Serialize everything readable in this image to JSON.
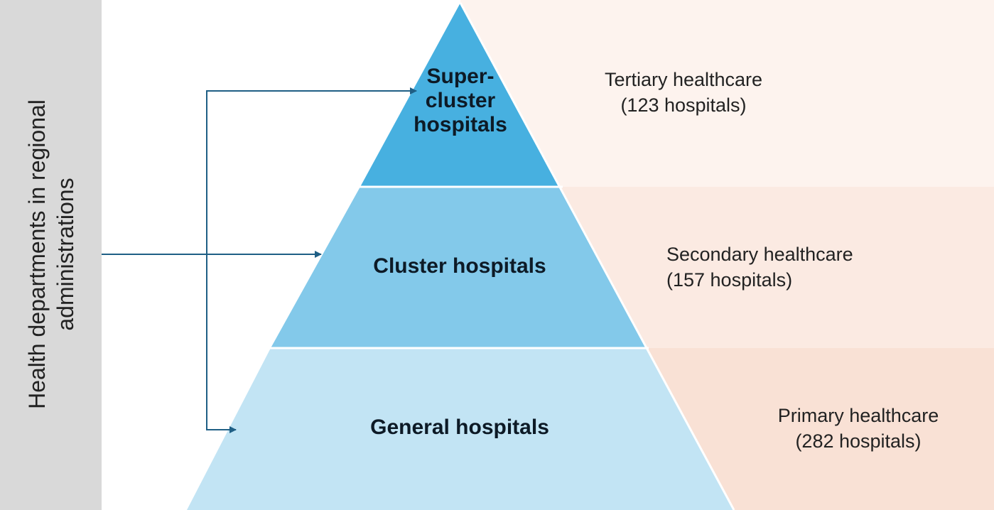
{
  "sidebar": {
    "label": "Health departments in regional administrations"
  },
  "pyramid": {
    "tiers": [
      {
        "name": "Super-cluster hospitals",
        "label_lines": [
          "Super-",
          "cluster",
          "hospitals"
        ],
        "color": "#47b0e0"
      },
      {
        "name": "Cluster hospitals",
        "label_lines": [
          "Cluster hospitals"
        ],
        "color": "#83c9ea"
      },
      {
        "name": "General hospitals",
        "label_lines": [
          "General hospitals"
        ],
        "color": "#c2e4f4"
      }
    ]
  },
  "levels": [
    {
      "care": "Tertiary healthcare",
      "count": "(123 hospitals)",
      "band_color": "#fdf3ee"
    },
    {
      "care": "Secondary healthcare",
      "count": "(157 hospitals)",
      "band_color": "#fbeae2"
    },
    {
      "care": "Primary healthcare",
      "count": "(282 hospitals)",
      "band_color": "#f9e1d5"
    }
  ],
  "colors": {
    "sidebar": "#d9d9d9",
    "arrow": "#1f5f85"
  }
}
